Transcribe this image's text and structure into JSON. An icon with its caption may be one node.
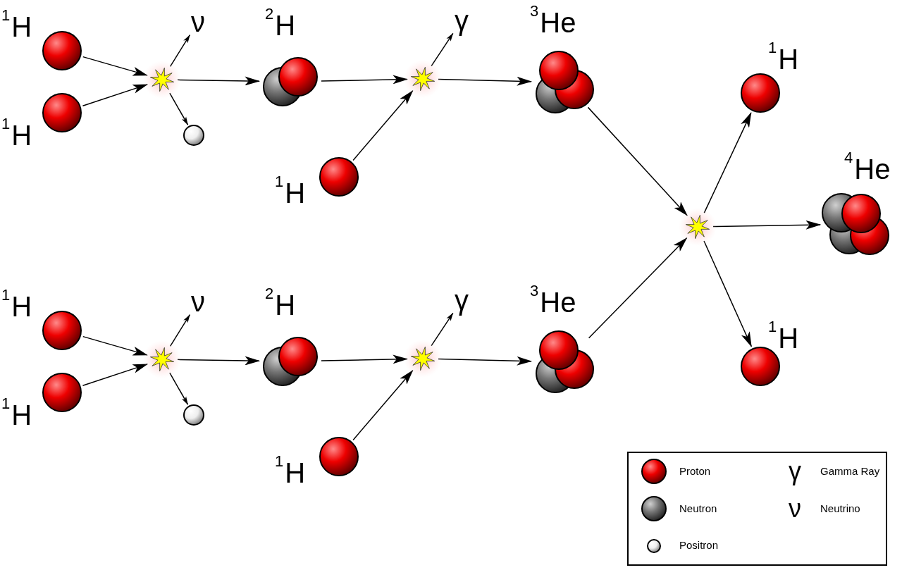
{
  "diagram": {
    "nodes": [
      {
        "text": [],
        "shape": "circle",
        "beside": [
          "$^{1}$H"
        ]
      },
      {
        "text": [],
        "shape": "circle",
        "beside": [
          "$^{1}$H"
        ]
      },
      {
        "text": [],
        "shape": "star"
      },
      {
        "text": [
          "ν"
        ]
      },
      {
        "text": [],
        "shape": "circle"
      },
      {
        "text": [],
        "shape": "circle",
        "beside": [
          "$^{2}$H"
        ]
      },
      {
        "text": [],
        "shape": "star"
      },
      {
        "text": [
          "γ"
        ]
      },
      {
        "text": [],
        "shape": "circle",
        "beside": [
          "$^{1}$H"
        ]
      },
      {
        "text": [],
        "shape": "circle",
        "beside": [
          "$^{3}$He"
        ]
      },
      {
        "text": [],
        "shape": "circle",
        "beside": [
          "$^{1}$H"
        ]
      },
      {
        "text": [],
        "shape": "circle",
        "beside": [
          "$^{1}$H"
        ]
      },
      {
        "text": [],
        "shape": "star"
      },
      {
        "text": [
          "ν"
        ]
      },
      {
        "text": [],
        "shape": "circle"
      },
      {
        "text": [],
        "shape": "circle",
        "beside": [
          "$^{2}$H"
        ]
      },
      {
        "text": [],
        "shape": "star"
      },
      {
        "text": [
          "γ"
        ]
      },
      {
        "text": [],
        "shape": "circle",
        "beside": [
          "$^{1}$H"
        ]
      },
      {
        "text": [],
        "shape": "circle",
        "beside": [
          "$^{3}$He"
        ]
      },
      {
        "text": [],
        "shape": "star"
      },
      {
        "text": [],
        "shape": "circle",
        "beside": [
          "$^{1}$H"
        ]
      },
      {
        "text": [],
        "shape": "circle",
        "beside": [
          "$^{4}$He"
        ]
      },
      {
        "text": [],
        "shape": "circle",
        "beside": [
          "$^{1}$H"
        ]
      }
    ],
    "edges": [
      {
        "from": 0,
        "to": 2,
        "arrow": "to"
      },
      {
        "from": 1,
        "to": 2,
        "arrow": "to"
      },
      {
        "from": 2,
        "to": 3,
        "arrow": "to"
      },
      {
        "from": 2,
        "to": 4,
        "arrow": "to"
      },
      {
        "from": 2,
        "to": 5,
        "arrow": "to"
      },
      {
        "from": 5,
        "to": 6,
        "arrow": "to"
      },
      {
        "from": 8,
        "to": 6,
        "arrow": "to"
      },
      {
        "from": 6,
        "to": 7,
        "arrow": "to"
      },
      {
        "from": 6,
        "to": 9,
        "arrow": "to"
      },
      {
        "from": 10,
        "to": 12,
        "arrow": "to"
      },
      {
        "from": 11,
        "to": 12,
        "arrow": "to"
      },
      {
        "from": 12,
        "to": 13,
        "arrow": "to"
      },
      {
        "from": 12,
        "to": 14,
        "arrow": "to"
      },
      {
        "from": 12,
        "to": 15,
        "arrow": "to"
      },
      {
        "from": 15,
        "to": 16,
        "arrow": "to"
      },
      {
        "from": 18,
        "to": 16,
        "arrow": "to"
      },
      {
        "from": 16,
        "to": 17,
        "arrow": "to"
      },
      {
        "from": 16,
        "to": 19,
        "arrow": "to"
      },
      {
        "from": 9,
        "to": 20,
        "arrow": "to"
      },
      {
        "from": 19,
        "to": 20,
        "arrow": "to"
      },
      {
        "from": 20,
        "to": 21,
        "arrow": "to"
      },
      {
        "from": 20,
        "to": 22,
        "arrow": "to"
      },
      {
        "from": 20,
        "to": 23,
        "arrow": "to"
      }
    ],
    "labels": [
      "γ",
      "ν"
    ],
    "legend": [
      {
        "text": "Proton"
      },
      {
        "text": "Gamma Ray"
      },
      {
        "text": "Neutron"
      },
      {
        "text": "Neutrino"
      },
      {
        "text": "Positron"
      }
    ]
  }
}
